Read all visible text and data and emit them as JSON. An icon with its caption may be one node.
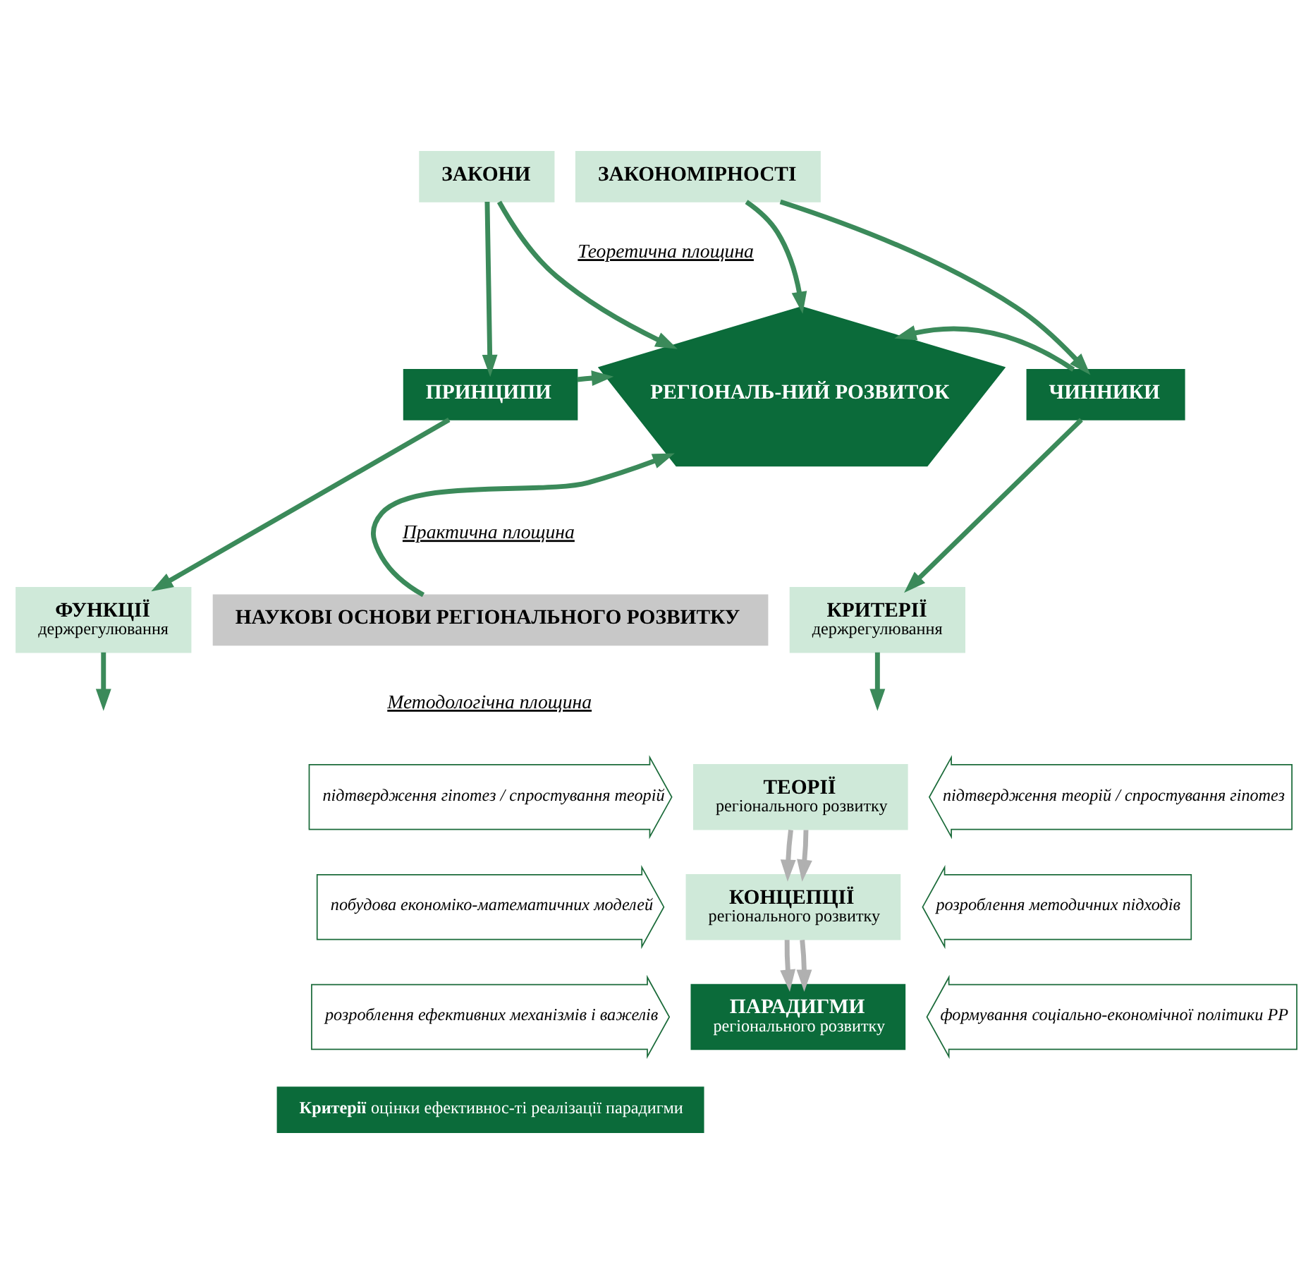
{
  "diagram": {
    "nodes": [
      {
        "text": [
          "ЗАКОНИ"
        ]
      },
      {
        "text": [
          "ЗАКОНОМІРНОСТІ"
        ]
      },
      {
        "text": [
          "РЕГІОНАЛЬ-НИЙ РОЗВИТОК"
        ]
      },
      {
        "text": [
          "ПРИНЦИПИ"
        ]
      },
      {
        "text": [
          "ЧИННИКИ"
        ]
      },
      {
        "text": [
          "ФУНКЦІЇ",
          "держрегулювання"
        ]
      },
      {
        "text": [
          "НАУКОВІ ОСНОВИ РЕГІОНАЛЬНОГО РОЗВИТКУ"
        ]
      },
      {
        "text": [
          "КРИТЕРІЇ",
          "держрегулювання"
        ]
      },
      {
        "text": [
          "ТЕОРІЇ",
          "регіонального розвитку"
        ]
      },
      {
        "text": [
          "КОНЦЕПЦІЇ",
          "регіонального розвитку"
        ]
      },
      {
        "text": [
          "ПАРАДИГМИ",
          "регіонального розвитку"
        ]
      },
      {
        "text": [
          "**Критерії** оцінки ефективнос-ті реалізації парадигми"
        ]
      },
      {
        "text": [
          "підтвердження гіпотез / спростування теорій"
        ]
      },
      {
        "text": [
          "побудова економіко-математичних моделей"
        ]
      },
      {
        "text": [
          "розроблення ефективних механізмів і важелів"
        ]
      },
      {
        "text": [
          "підтвердження теорій / спростування гіпотез"
        ]
      },
      {
        "text": [
          "розроблення методичних підходів"
        ]
      },
      {
        "text": [
          "формування соціально-економічної політики РР"
        ]
      }
    ],
    "edges": [
      {
        "from": 0,
        "to": 2,
        "arrow": "to"
      },
      {
        "from": 1,
        "to": 2,
        "arrow": "to"
      },
      {
        "from": 0,
        "to": 3,
        "arrow": "to"
      },
      {
        "from": 1,
        "to": 4,
        "arrow": "to"
      },
      {
        "from": 3,
        "to": 2,
        "arrow": "to"
      },
      {
        "from": 4,
        "to": 2,
        "arrow": "to"
      },
      {
        "from": 6,
        "to": 2,
        "arrow": "to"
      },
      {
        "from": 3,
        "to": 5,
        "arrow": "to"
      },
      {
        "from": 4,
        "to": 7,
        "arrow": "to"
      },
      {
        "from": 5,
        "to": null,
        "arrow": "to"
      },
      {
        "from": 7,
        "to": null,
        "arrow": "to"
      },
      {
        "from": 8,
        "to": 9,
        "arrow": "to",
        "color": "#b0b0b0"
      },
      {
        "from": 8,
        "to": 9,
        "arrow": "to",
        "color": "#b0b0b0"
      },
      {
        "from": 9,
        "to": 10,
        "arrow": "to",
        "color": "#b0b0b0"
      },
      {
        "from": 9,
        "to": 10,
        "arrow": "to",
        "color": "#b0b0b0"
      }
    ],
    "labels": [
      "Теоретична площина",
      "Практична площина",
      "Методологічна площина"
    ]
  }
}
